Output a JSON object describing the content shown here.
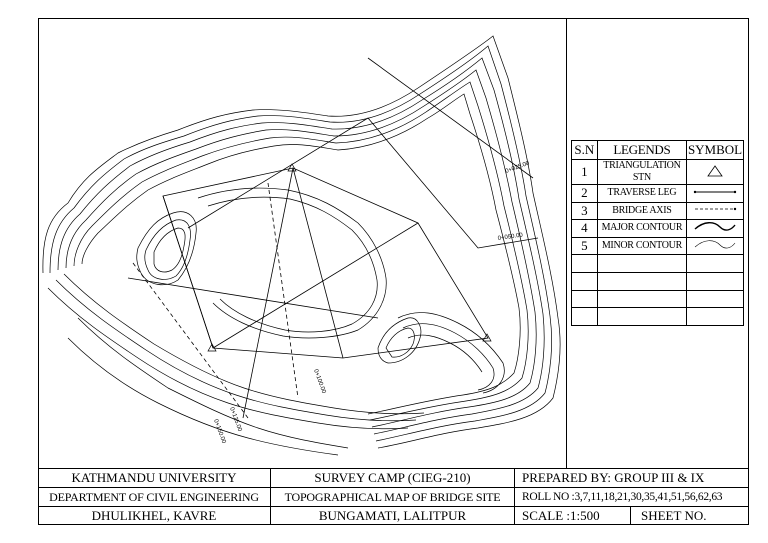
{
  "legend": {
    "headers": {
      "sn": "S.N",
      "legends": "LEGENDS",
      "symbol": "SYMBOL"
    },
    "rows": [
      {
        "sn": "1",
        "label": "TRIANGULATION STN",
        "symbol": "triangle-icon"
      },
      {
        "sn": "2",
        "label": "TRAVERSE LEG",
        "symbol": "traverse-line-icon"
      },
      {
        "sn": "3",
        "label": "BRIDGE AXIS",
        "symbol": "dashed-line-icon"
      },
      {
        "sn": "4",
        "label": "MAJOR CONTOUR",
        "symbol": "thick-wave-icon"
      },
      {
        "sn": "5",
        "label": "MINOR CONTOUR",
        "symbol": "thin-wave-icon"
      }
    ],
    "empty_rows": 4
  },
  "map_labels": {
    "chain_1": "0+025.00",
    "chain_2": "0+050.00",
    "chain_3": "0+100.00",
    "chain_4": "0+125.00",
    "chain_5": "0+150.00"
  },
  "title_block": {
    "university": "KATHMANDU UNIVERSITY",
    "department": "DEPARTMENT OF CIVIL ENGINEERING",
    "location_uni": "DHULIKHEL, KAVRE",
    "camp": "SURVEY CAMP (CIEG-210)",
    "map_title": "TOPOGRAPHICAL MAP OF BRIDGE SITE",
    "site": "BUNGAMATI, LALITPUR",
    "prepared_by": "PREPARED BY: GROUP III & IX",
    "roll_no": "ROLL NO :3,7,11,18,21,30,35,41,51,56,62,63",
    "scale": "SCALE :1:500",
    "sheet_no": "SHEET NO."
  }
}
